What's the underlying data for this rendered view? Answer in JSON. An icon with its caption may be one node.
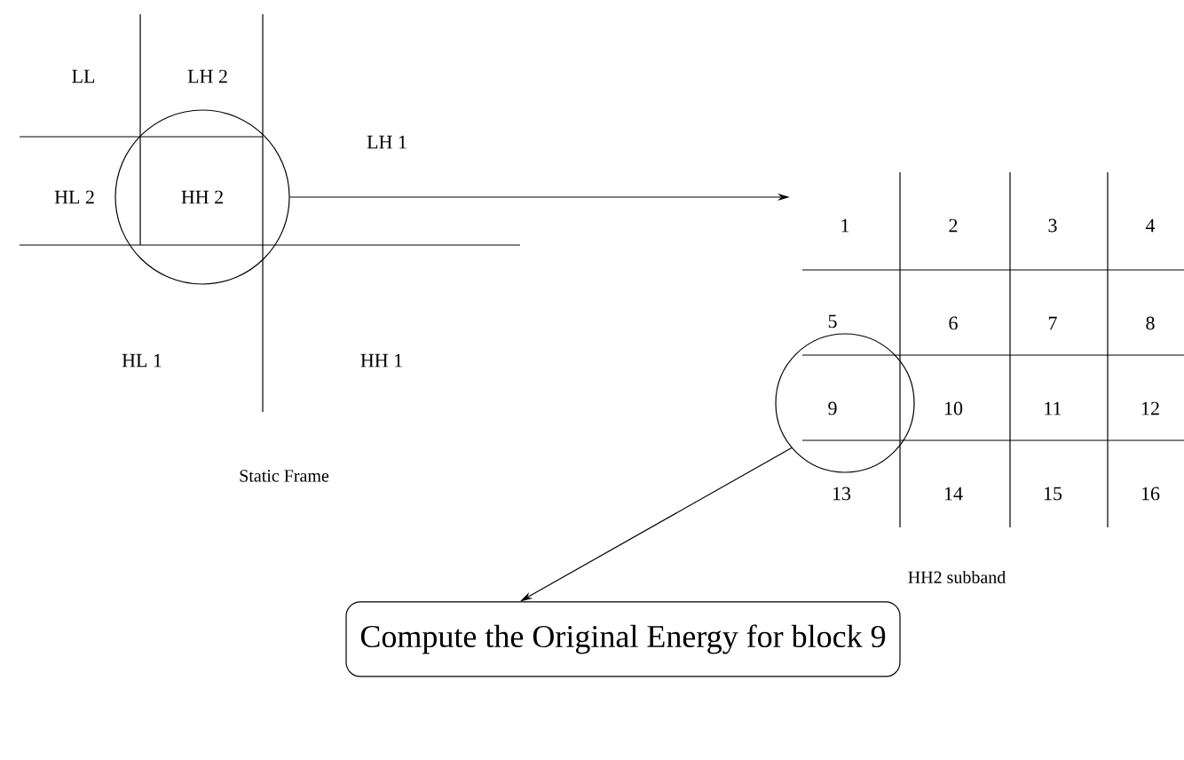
{
  "diagram": {
    "nodes": [
      {
        "text": [],
        "shape": "circle"
      },
      {
        "text": [],
        "shape": "circle"
      },
      {
        "text": [
          "Compute the Original Energy for block 9"
        ]
      }
    ],
    "edges": [
      {
        "from": 0,
        "to": null,
        "arrow": "to"
      },
      {
        "from": 1,
        "to": 2,
        "arrow": "to"
      }
    ],
    "labels": [
      "LL",
      "LH 2",
      "LH 1",
      "HL 2",
      "HH 2",
      "HL 1",
      "HH 1",
      "Static Frame",
      "1",
      "2",
      "3",
      "4",
      "5",
      "6",
      "7",
      "8",
      "9",
      "10",
      "11",
      "12",
      "13",
      "14",
      "15",
      "16",
      "HH2 subband"
    ]
  }
}
